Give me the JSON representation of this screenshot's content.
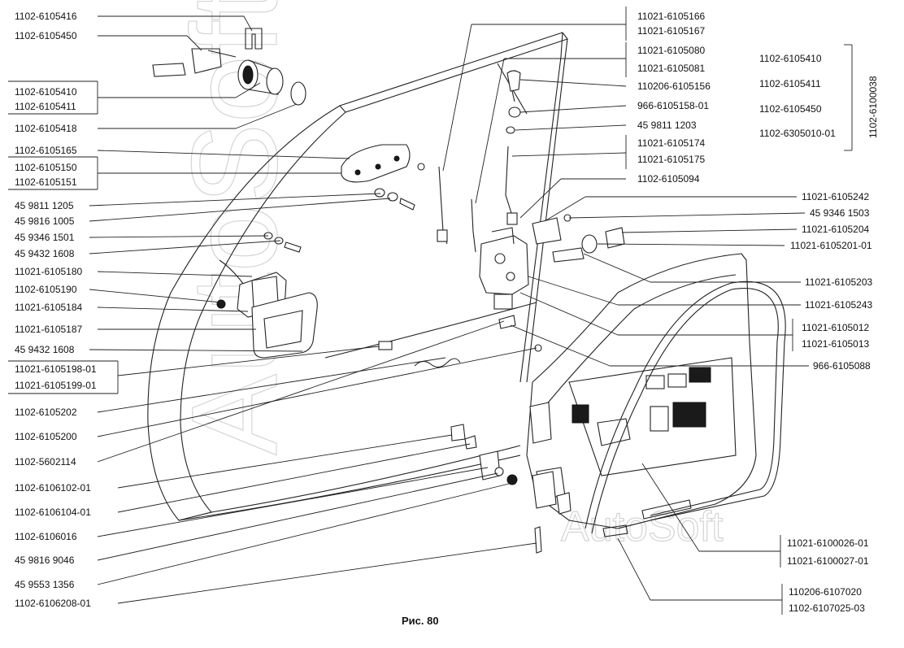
{
  "watermark": "AutoSoft",
  "caption": "Рис. 80",
  "labels_left": [
    "1102-6105416",
    "1102-6105450",
    "1102-6105410",
    "1102-6105411",
    "1102-6105418",
    "1102-6105165",
    "1102-6105150",
    "1102-6105151",
    "45 9811 1205",
    "45 9816 1005",
    "45 9346 1501",
    "45 9432 1608",
    "11021-6105180",
    "1102-6105190",
    "11021-6105184",
    "11021-6105187",
    "45 9432 1608",
    "11021-6105198-01",
    "11021-6105199-01",
    "1102-6105202",
    "1102-6105200",
    "1102-5602114",
    "1102-6106102-01",
    "1102-6106104-01",
    "1102-6106016",
    "45 9816 9046",
    "45 9553 1356",
    "1102-6106208-01"
  ],
  "labels_center": [
    "11021-6105166",
    "11021-6105167",
    "11021-6105080",
    "11021-6105081",
    "110206-6105156",
    "966-6105158-01",
    "45 9811 1203",
    "11021-6105174",
    "11021-6105175",
    "1102-6105094"
  ],
  "labels_right": [
    "11021-6105242",
    "45 9346 1503",
    "11021-6105204",
    "11021-6105201-01",
    "11021-6105203",
    "11021-6105243",
    "11021-6105012",
    "11021-6105013",
    "966-6105088",
    "11021-6100026-01",
    "11021-6100027-01",
    "110206-6107020",
    "1102-6107025-03"
  ],
  "assembly_group": {
    "items": [
      "1102-6105410",
      "1102-6105411",
      "1102-6105450",
      "1102-6305010-01"
    ],
    "assembly_number": "1102-6100038"
  }
}
